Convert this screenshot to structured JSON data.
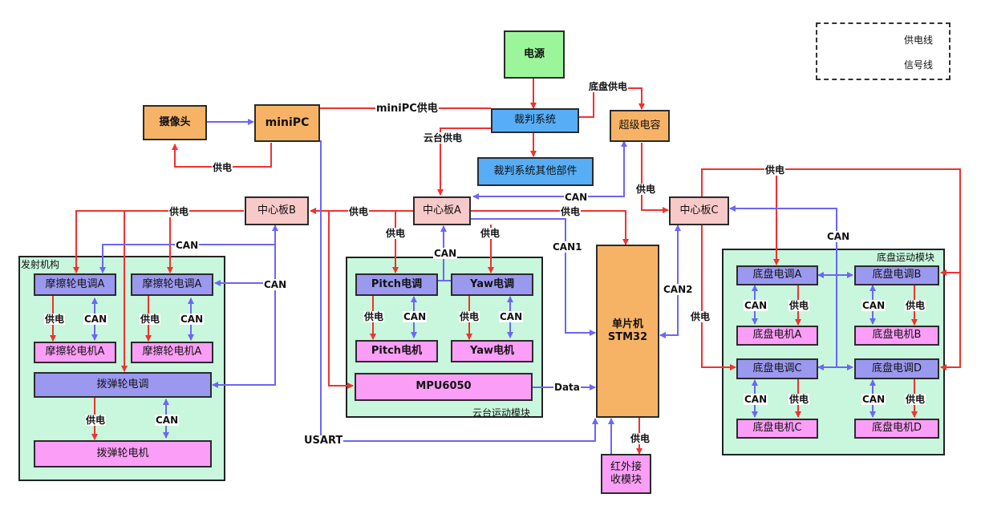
{
  "legend": {
    "power": "供电线",
    "signal": "信号线"
  },
  "colors": {
    "power": "#f0322f",
    "signal": "#6b66f5",
    "green": "#9cf59a",
    "orange": "#f7b365",
    "blue": "#57aef7",
    "pink": "#f8c9c9",
    "purple": "#9b98f0",
    "magenta": "#fb9ef7",
    "region": "#c8f7dd"
  },
  "nodes": {
    "power_source": "电源",
    "referee": "裁判系统",
    "referee_others": "裁判系统其他部件",
    "camera": "摄像头",
    "minipc": "miniPC",
    "supercap": "超级电容",
    "hub_a": "中心板A",
    "hub_b": "中心板B",
    "hub_c": "中心板C",
    "mcu": "单片机\nSTM32",
    "ir": "红外接\n收模块",
    "launcher": {
      "title": "发射机构",
      "esc1": "摩擦轮电调A",
      "esc2": "摩擦轮电调A",
      "motor1": "摩擦轮电机A",
      "motor2": "摩擦轮电机A",
      "feed_esc": "拨弹轮电调",
      "feed_motor": "拨弹轮电机"
    },
    "gimbal": {
      "title": "云台运动模块",
      "pitch_esc": "Pitch电调",
      "yaw_esc": "Yaw电调",
      "pitch_motor": "Pitch电机",
      "yaw_motor": "Yaw电机",
      "imu": "MPU6050"
    },
    "chassis": {
      "title": "底盘运动模块",
      "esc_a": "底盘电调A",
      "esc_b": "底盘电调B",
      "esc_c": "底盘电调C",
      "esc_d": "底盘电调D",
      "motor_a": "底盘电机A",
      "motor_b": "底盘电机B",
      "motor_c": "底盘电机C",
      "motor_d": "底盘电机D"
    }
  },
  "labels": {
    "minipc_power": "miniPC供电",
    "chassis_power": "底盘供电",
    "gimbal_power": "云台供电",
    "power": "供电",
    "can": "CAN",
    "can1": "CAN1",
    "can2": "CAN2",
    "data": "Data",
    "usart": "USART"
  }
}
